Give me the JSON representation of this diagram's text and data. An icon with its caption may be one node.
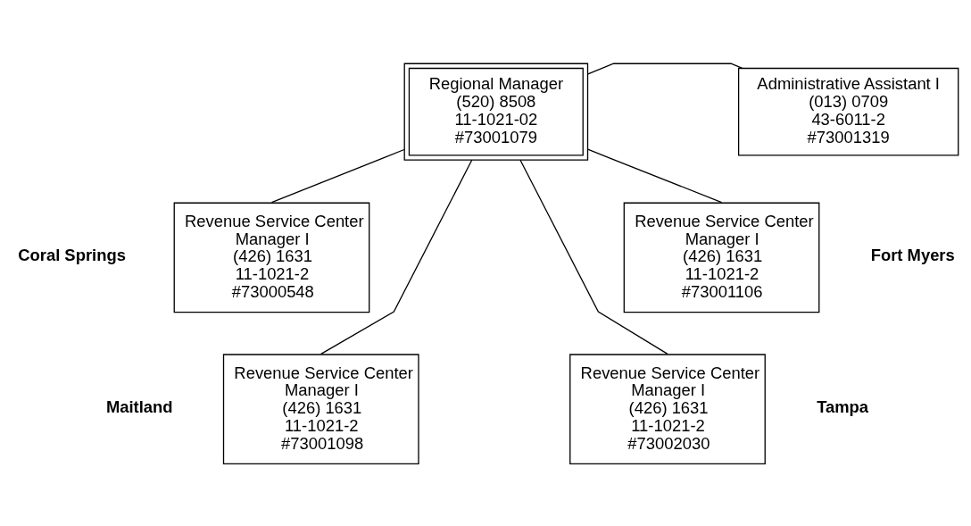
{
  "diagram": {
    "nodes": [
      {
        "text": [
          "Regional Manager",
          "(520) 8508",
          "11-1021-02",
          "#73001079"
        ]
      },
      {
        "text": [
          "Administrative Assistant I",
          "(013) 0709",
          "43-6011-2",
          "#73001319"
        ]
      },
      {
        "text": [
          "Revenue Service Center Manager I",
          "(426) 1631",
          "11-1021-2",
          "#73000548"
        ],
        "beside": [
          "Coral Springs"
        ]
      },
      {
        "text": [
          "Revenue Service Center Manager I",
          "(426) 1631",
          "11-1021-2",
          "#73001106"
        ],
        "beside": [
          "Fort Myers"
        ]
      },
      {
        "text": [
          "Revenue Service Center Manager I",
          "(426) 1631",
          "11-1021-2",
          "#73001098"
        ],
        "beside": [
          "Maitland"
        ]
      },
      {
        "text": [
          "Revenue Service Center Manager I",
          "(426) 1631",
          "11-1021-2",
          "#73002030"
        ],
        "beside": [
          "Tampa"
        ]
      }
    ],
    "edges": [
      {
        "from": 0,
        "to": 1,
        "arrow": "none"
      },
      {
        "from": 0,
        "to": 2,
        "arrow": "none"
      },
      {
        "from": 0,
        "to": 3,
        "arrow": "none"
      },
      {
        "from": 0,
        "to": 4,
        "arrow": "none"
      },
      {
        "from": 0,
        "to": 5,
        "arrow": "none"
      }
    ]
  }
}
